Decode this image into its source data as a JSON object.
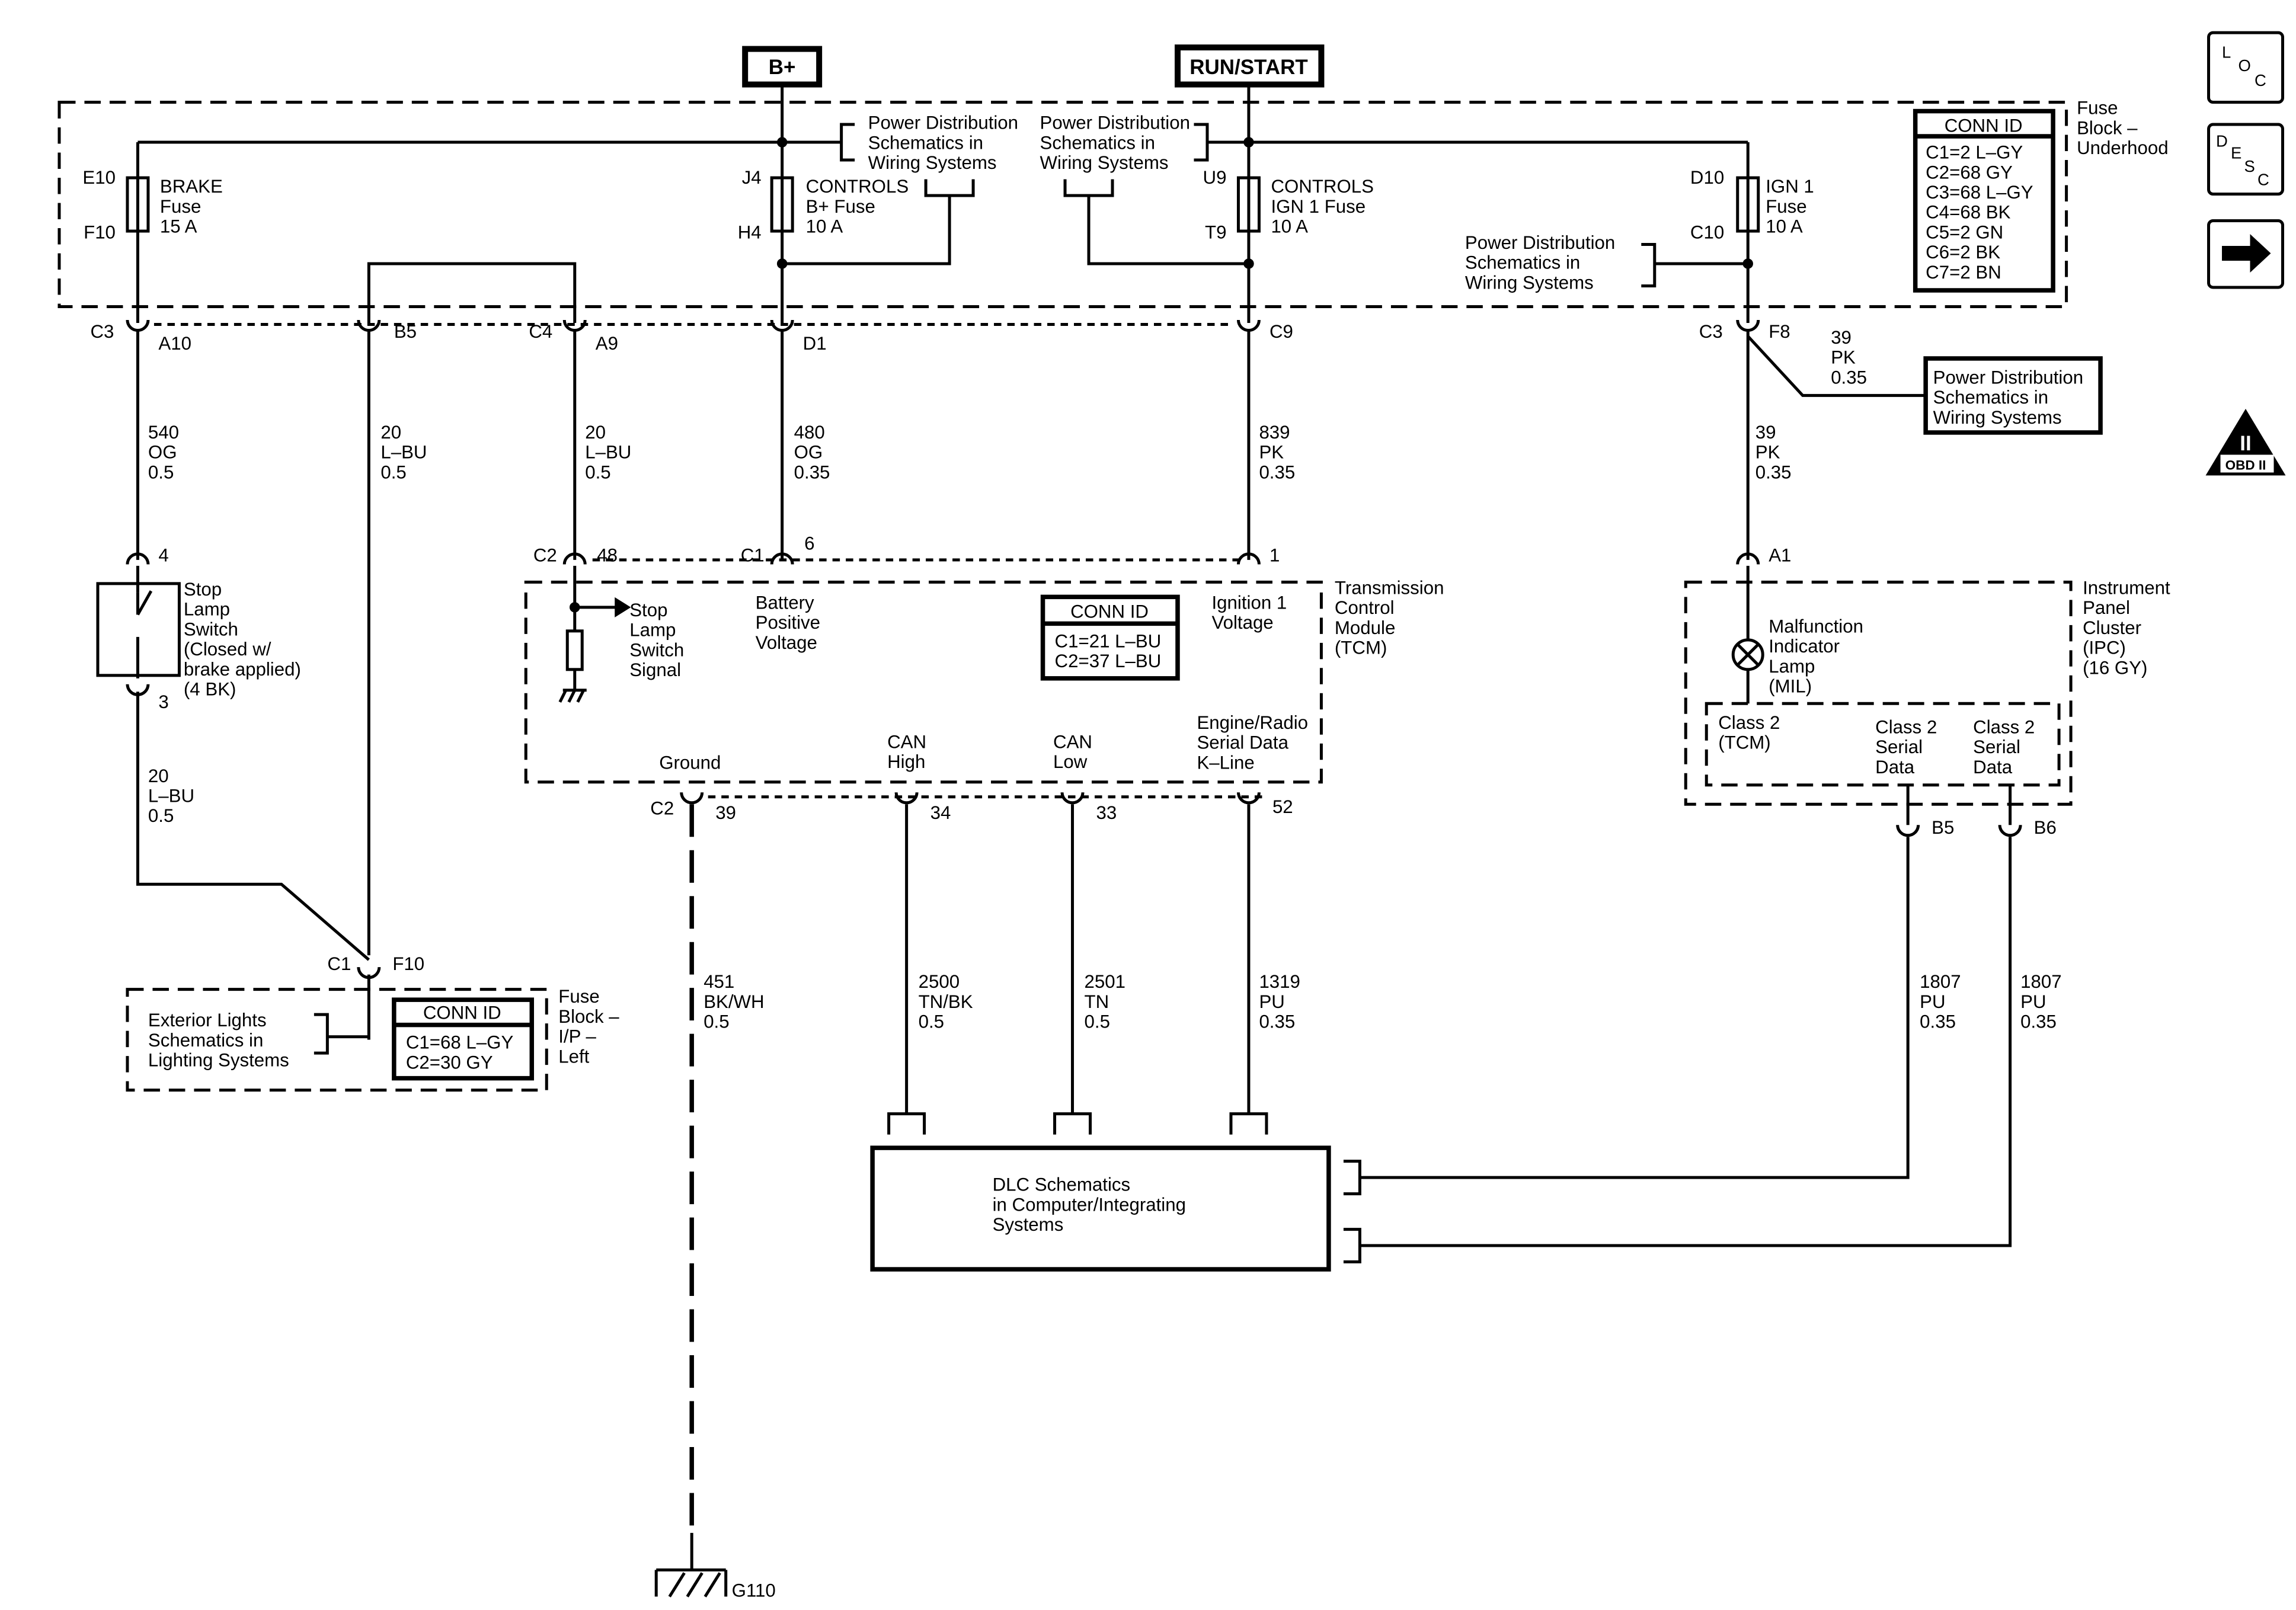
{
  "labels": {
    "bplus": "B+",
    "runstart": "RUN/START",
    "fuse_block_underhood": [
      "Fuse",
      "Block –",
      "Underhood"
    ],
    "pds_left": [
      "Power Distribution",
      "Schematics in",
      "Wiring Systems"
    ],
    "pds_right": [
      "Power Distribution",
      "Schematics in",
      "Wiring Systems"
    ],
    "pds_ign": [
      "Power Distribution",
      "Schematics in",
      "Wiring Systems"
    ],
    "pds_box": [
      "Power Distribution",
      "Schematics in",
      "Wiring Systems"
    ],
    "brake_fuse": [
      "BRAKE",
      "Fuse",
      "15 A"
    ],
    "controls_bplus_fuse": [
      "CONTROLS",
      "B+ Fuse",
      "10 A"
    ],
    "controls_ign_fuse": [
      "CONTROLS",
      "IGN 1 Fuse",
      "10 A"
    ],
    "ign1_fuse": [
      "IGN 1",
      "Fuse",
      "10 A"
    ],
    "stop_lamp_switch": [
      "Stop",
      "Lamp",
      "Switch",
      "(Closed w/",
      "brake applied)",
      "(4 BK)"
    ],
    "stop_lamp_signal": [
      "Stop",
      "Lamp",
      "Switch",
      "Signal"
    ],
    "battery_voltage": [
      "Battery",
      "Positive",
      "Voltage"
    ],
    "ignition_voltage": [
      "Ignition 1",
      "Voltage"
    ],
    "tcm": [
      "Transmission",
      "Control",
      "Module",
      "(TCM)"
    ],
    "ground": "Ground",
    "can_high": [
      "CAN",
      "High"
    ],
    "can_low": [
      "CAN",
      "Low"
    ],
    "k_line": [
      "Engine/Radio",
      "Serial Data",
      "K–Line"
    ],
    "ipc": [
      "Instrument",
      "Panel",
      "Cluster",
      "(IPC)",
      "(16 GY)"
    ],
    "mil": [
      "Malfunction",
      "Indicator",
      "Lamp",
      "(MIL)"
    ],
    "class2_tcm": [
      "Class 2",
      "(TCM)"
    ],
    "class2_a": [
      "Class 2",
      "Serial",
      "Data"
    ],
    "class2_b": [
      "Class 2",
      "Serial",
      "Data"
    ],
    "exterior_lights": [
      "Exterior Lights",
      "Schematics in",
      "Lighting Systems"
    ],
    "fuse_block_ip": [
      "Fuse",
      "Block –",
      "I/P –",
      "Left"
    ],
    "dlc": [
      "DLC Schematics",
      "in Computer/Integrating",
      "Systems"
    ],
    "g110": "G110",
    "obd": "OBD II",
    "obd_numeral": "II"
  },
  "conn_ids": {
    "underhood": {
      "title": "CONN ID",
      "lines": [
        "C1=2 L–GY",
        "C2=68 GY",
        "C3=68 L–GY",
        "C4=68 BK",
        "C5=2 GN",
        "C6=2 BK",
        "C7=2 BN"
      ]
    },
    "tcm": {
      "title": "CONN ID",
      "lines": [
        "C1=21 L–BU",
        "C2=37 L–BU"
      ]
    },
    "ip": {
      "title": "CONN ID",
      "lines": [
        "C1=68 L–GY",
        "C2=30 GY"
      ]
    }
  },
  "wires": {
    "w540": [
      "540",
      "OG",
      "0.5"
    ],
    "w20_b5": [
      "20",
      "L–BU",
      "0.5"
    ],
    "w20_a9": [
      "20",
      "L–BU",
      "0.5"
    ],
    "w480": [
      "480",
      "OG",
      "0.35"
    ],
    "w839": [
      "839",
      "PK",
      "0.35"
    ],
    "w39_right": [
      "39",
      "PK",
      "0.35"
    ],
    "w39_branch": [
      "39",
      "PK",
      "0.35"
    ],
    "w20_switch": [
      "20",
      "L–BU",
      "0.5"
    ],
    "w451": [
      "451",
      "BK/WH",
      "0.5"
    ],
    "w2500": [
      "2500",
      "TN/BK",
      "0.5"
    ],
    "w2501": [
      "2501",
      "TN",
      "0.5"
    ],
    "w1319": [
      "1319",
      "PU",
      "0.35"
    ],
    "w1807a": [
      "1807",
      "PU",
      "0.35"
    ],
    "w1807b": [
      "1807",
      "PU",
      "0.35"
    ]
  },
  "pins": {
    "e10": "E10",
    "f10_fuse": "F10",
    "j4": "J4",
    "h4": "H4",
    "u9": "U9",
    "t9": "T9",
    "d10": "D10",
    "c10": "C10",
    "c3_left": "C3",
    "a10": "A10",
    "b5_top": "B5",
    "c4": "C4",
    "a9": "A9",
    "d1": "D1",
    "c9": "C9",
    "c3_right": "C3",
    "f8": "F8",
    "p4": "4",
    "p3": "3",
    "c2_48": "C2",
    "p48": "48",
    "c1_6": "C1",
    "p6": "6",
    "p1": "1",
    "a1": "A1",
    "c2_39": "C2",
    "p39": "39",
    "p34": "34",
    "p33": "33",
    "p52": "52",
    "b5_ipc": "B5",
    "b6_ipc": "B6",
    "c1_f10": "C1",
    "f10": "F10"
  },
  "icons": {
    "loc": [
      "L",
      "O",
      "C"
    ],
    "desc": [
      "D",
      "E",
      "S",
      "C"
    ],
    "next": "arrow-right-icon"
  }
}
